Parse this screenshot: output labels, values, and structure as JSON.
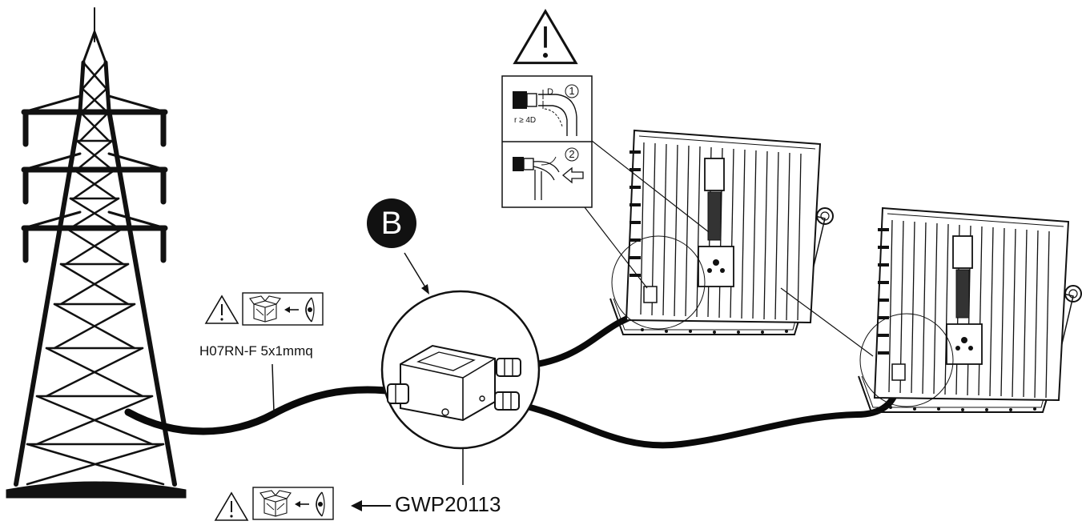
{
  "diagram": {
    "cable_label": "H07RN-F 5x1mmq",
    "product_code": "GWP20113",
    "detail_badge": "B",
    "install_steps": [
      {
        "number": "1",
        "dimension_label": "D",
        "radius_label": "r ≥ 4D"
      },
      {
        "number": "2"
      }
    ],
    "icons": {
      "warning": "warning-triangle-icon",
      "inspect": "inspect-package-icon",
      "tower": "power-pylon-icon",
      "junction": "junction-box-icon",
      "floodlight": "floodlight-icon"
    },
    "colors": {
      "line": "#111111",
      "cable": "#0a0a0a",
      "badge": "#111111",
      "background": "#ffffff"
    }
  }
}
